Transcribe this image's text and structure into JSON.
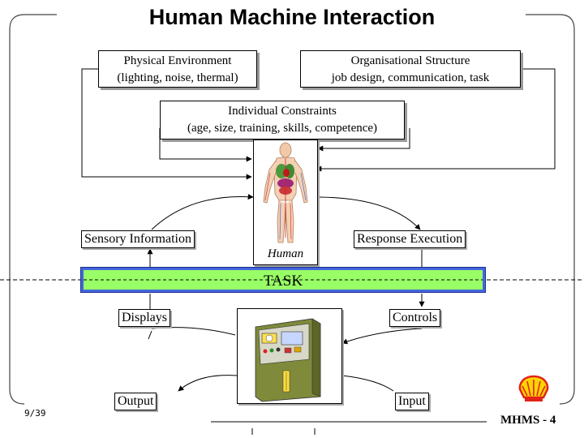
{
  "title": "Human Machine Interaction",
  "boxes": {
    "physical_environment": {
      "line1": "Physical Environment",
      "line2": "(lighting, noise, thermal)"
    },
    "organisational_structure": {
      "line1": "Organisational Structure",
      "line2": "job design, communication, task"
    },
    "individual_constraints": {
      "line1": "Individual Constraints",
      "line2": "(age, size, training, skills, competence)"
    }
  },
  "labels": {
    "sensory_information": "Sensory Information",
    "response_execution": "Response Execution",
    "human": "Human",
    "task": "TASK",
    "displays": "Displays",
    "controls": "Controls",
    "output": "Output",
    "input": "Input"
  },
  "page_number": "9/39",
  "footer": "MHMS - 4",
  "colors": {
    "task_fill": "#99ff66",
    "task_border": "#4466dd",
    "shell_red": "#e2231a",
    "shell_yellow": "#ffd500"
  },
  "icons": {
    "human": "human-anatomy-figure",
    "machine": "control-panel-machine",
    "logo": "shell-logo"
  }
}
